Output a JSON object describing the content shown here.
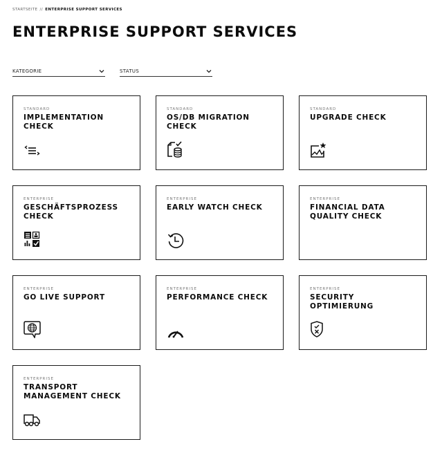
{
  "breadcrumb": {
    "home": "STARTSEITE",
    "separator": "//",
    "current": "ENTERPRISE SUPPORT SERVICES"
  },
  "page": {
    "title": "ENTERPRISE SUPPORT SERVICES"
  },
  "filters": [
    {
      "label": "KATEGORIE",
      "icon": "chevron-down-icon"
    },
    {
      "label": "STATUS",
      "icon": "chevron-down-icon"
    }
  ],
  "cards": [
    {
      "category": "STANDARD",
      "title": "IMPLEMENTATION CHECK",
      "icon": "code-list-icon"
    },
    {
      "category": "STANDARD",
      "title": "OS/DB MIGRATION CHECK",
      "icon": "document-database-check-icon"
    },
    {
      "category": "STANDARD",
      "title": "UPGRADE CHECK",
      "icon": "chart-star-icon"
    },
    {
      "category": "ENTERPRISE",
      "title": "GESCHÄFTSPROZESS CHECK",
      "icon": "business-process-grid-icon"
    },
    {
      "category": "ENTERPRISE",
      "title": "EARLY WATCH CHECK",
      "icon": "history-clock-icon"
    },
    {
      "category": "ENTERPRISE",
      "title": "FINANCIAL DATA QUALITY CHECK",
      "icon": ""
    },
    {
      "category": "ENTERPRISE",
      "title": "GO LIVE SUPPORT",
      "icon": "globe-chat-icon"
    },
    {
      "category": "ENTERPRISE",
      "title": "PERFORMANCE CHECK",
      "icon": "speedometer-icon"
    },
    {
      "category": "ENTERPRISE",
      "title": "SECURITY OPTIMIERUNG",
      "icon": "shield-check-x-icon"
    },
    {
      "category": "ENTERPRISE",
      "title": "TRANSPORT MANAGEMENT CHECK",
      "icon": "truck-icon"
    }
  ]
}
